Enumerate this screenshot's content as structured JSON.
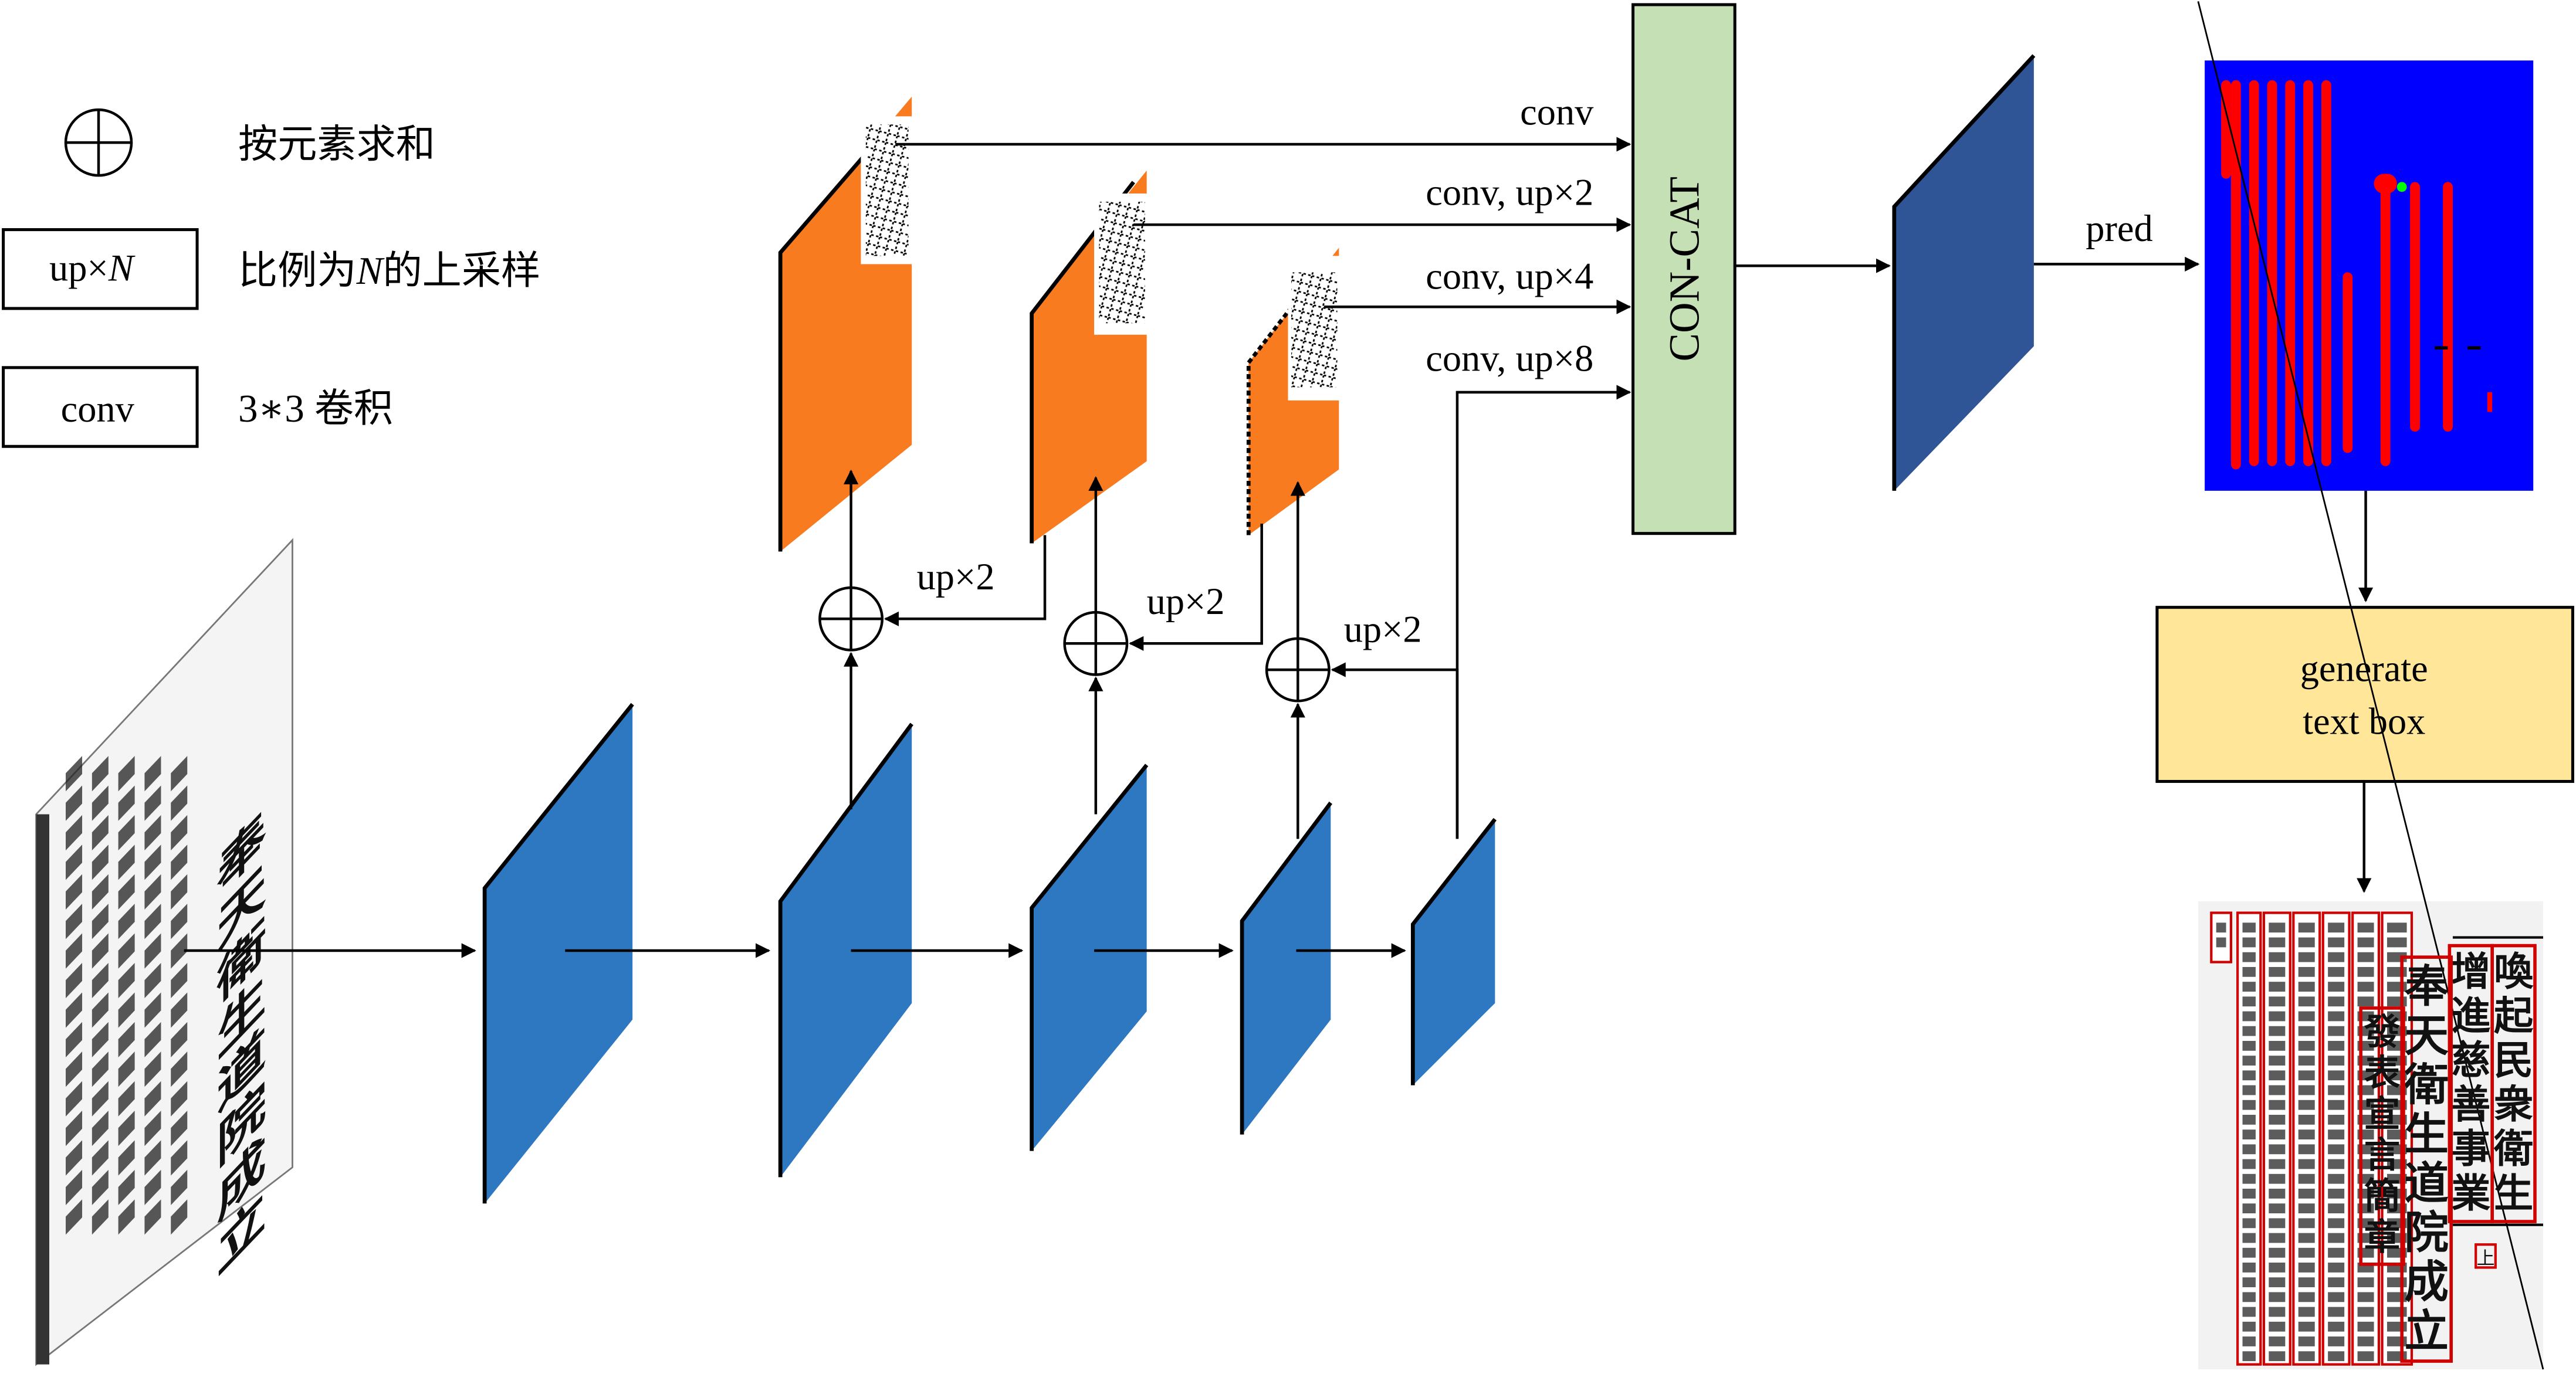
{
  "legend": {
    "items": [
      {
        "symbol": "element-wise-sum-icon",
        "description": "按元素求和"
      },
      {
        "symbol_text": "up×",
        "symbol_italic": "N",
        "description_pre": "比例为",
        "description_italic": "N",
        "description_post": "的上采样"
      },
      {
        "symbol_text": "conv",
        "description": "3∗3 卷积"
      }
    ]
  },
  "fpn": {
    "lateral_labels": [
      "conv",
      "conv, up×2",
      "conv, up×4",
      "conv, up×8"
    ],
    "upsample_labels": [
      "up×2",
      "up×2",
      "up×2"
    ]
  },
  "concat": {
    "label": "CON-CAT",
    "color": "#c5e0b4"
  },
  "pred": {
    "label": "pred"
  },
  "generate": {
    "label_line1": "generate",
    "label_line2": "text box",
    "color": "#ffe699"
  },
  "colors": {
    "backbone": "#2e78c2",
    "fused": "#2f5597",
    "feature_maps": "#f97b20",
    "segmentation_bg": "#0000ff",
    "segmentation_text": "#ff0000",
    "box_outline": "#d00000"
  },
  "input_image": {
    "title_chars": [
      "奉",
      "天",
      "衛",
      "生",
      "道",
      "院",
      "成",
      "立"
    ]
  },
  "output_image": {
    "headline_columns": [
      [
        "喚",
        "起",
        "民",
        "衆",
        "衛",
        "生"
      ],
      [
        "增",
        "進",
        "慈",
        "善",
        "事",
        "業"
      ],
      [
        "奉",
        "天",
        "衛",
        "生",
        "道",
        "院",
        "成",
        "立"
      ],
      [
        "發",
        "表",
        "宣",
        "言",
        "簡",
        "章"
      ]
    ],
    "small_mark": "上"
  }
}
